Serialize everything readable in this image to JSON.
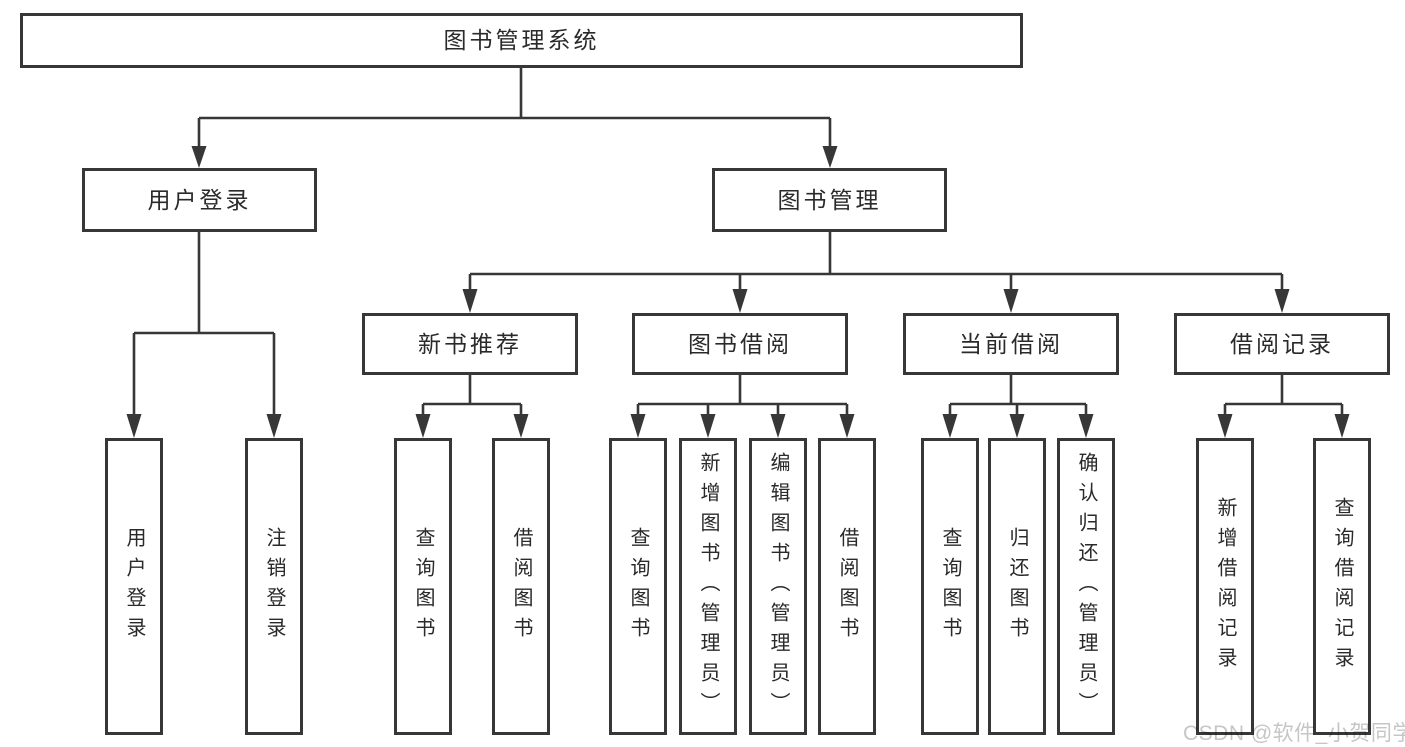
{
  "tree": {
    "label": "图书管理系统",
    "children": [
      {
        "label": "用户登录",
        "children": [
          {
            "label": "用户登录"
          },
          {
            "label": "注销登录"
          }
        ]
      },
      {
        "label": "图书管理",
        "children": [
          {
            "label": "新书推荐",
            "children": [
              {
                "label": "查询图书"
              },
              {
                "label": "借阅图书"
              }
            ]
          },
          {
            "label": "图书借阅",
            "children": [
              {
                "label": "查询图书"
              },
              {
                "label": "新增图书（管理员）"
              },
              {
                "label": "编辑图书（管理员）"
              },
              {
                "label": "借阅图书"
              }
            ]
          },
          {
            "label": "当前借阅",
            "children": [
              {
                "label": "查询图书"
              },
              {
                "label": "归还图书"
              },
              {
                "label": "确认归还（管理员）"
              }
            ]
          },
          {
            "label": "借阅记录",
            "children": [
              {
                "label": "新增借阅记录"
              },
              {
                "label": "查询借阅记录"
              }
            ]
          }
        ]
      }
    ]
  },
  "watermark": {
    "text": "CSDN @软件_小贺同学"
  },
  "colors": {
    "line": "#373737",
    "box_border": "#373737",
    "text": "#2a2a2a",
    "watermark": "#c6c6c6",
    "background": "#ffffff"
  }
}
